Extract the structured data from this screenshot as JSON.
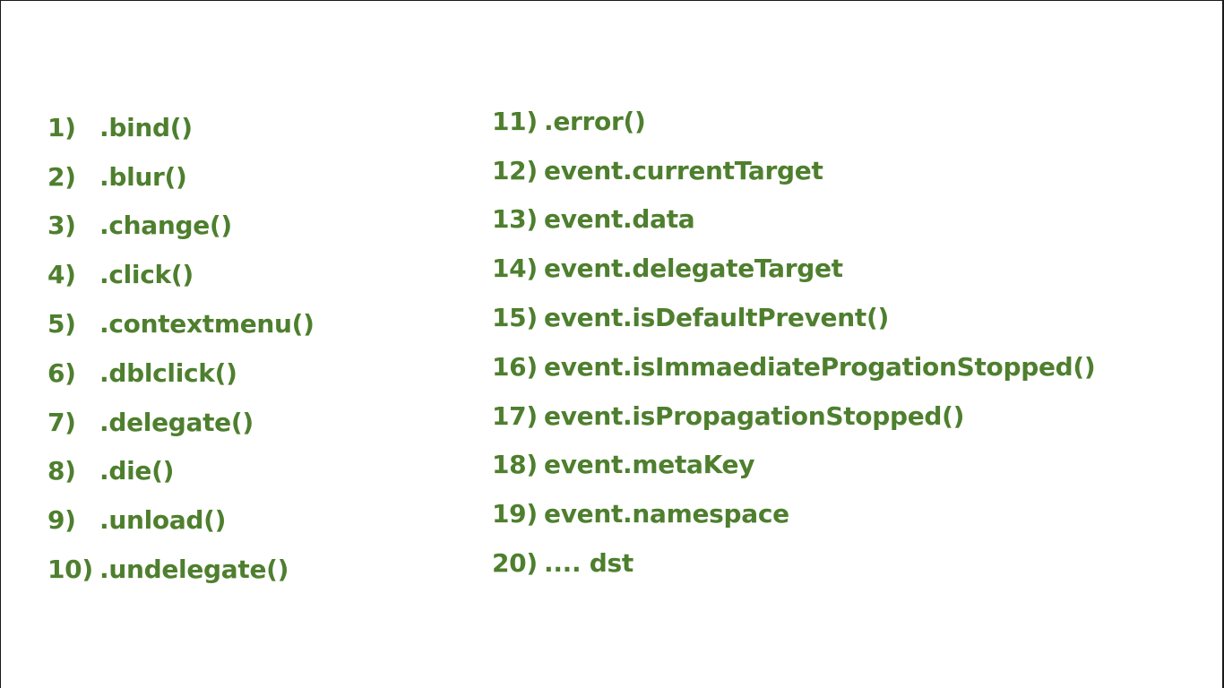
{
  "left_list": [
    {
      "num": "1)",
      "text": ".bind()"
    },
    {
      "num": "2)",
      "text": ".blur()"
    },
    {
      "num": "3)",
      "text": ".change()"
    },
    {
      "num": "4)",
      "text": ".click()"
    },
    {
      "num": "5)",
      "text": ".contextmenu()"
    },
    {
      "num": "6)",
      "text": ".dblclick()"
    },
    {
      "num": "7)",
      "text": ".delegate()"
    },
    {
      "num": "8)",
      "text": ".die()"
    },
    {
      "num": "9)",
      "text": ".unload()"
    },
    {
      "num": "10)",
      "text": ".undelegate()"
    }
  ],
  "right_list": [
    {
      "num": "11)",
      "text": ".error()"
    },
    {
      "num": "12)",
      "text": "event.currentTarget"
    },
    {
      "num": "13)",
      "text": "event.data"
    },
    {
      "num": "14)",
      "text": "event.delegateTarget"
    },
    {
      "num": "15)",
      "text": "event.isDefaultPrevent()"
    },
    {
      "num": "16)",
      "text": "event.isImmaediateProgationStopped()"
    },
    {
      "num": "17)",
      "text": "event.isPropagationStopped()"
    },
    {
      "num": "18)",
      "text": "event.metaKey"
    },
    {
      "num": "19)",
      "text": "event.namespace"
    },
    {
      "num": "20)",
      "text": ".... dst"
    }
  ],
  "colors": {
    "text": "#4e7f2e",
    "background": "#ffffff"
  }
}
